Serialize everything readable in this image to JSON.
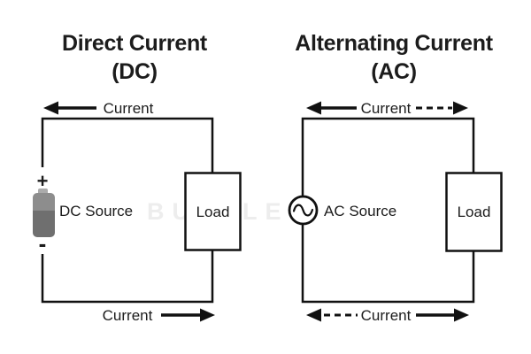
{
  "watermark": "BUZZLE",
  "colors": {
    "line": "#111111",
    "text": "#1c1c1c",
    "battery_nub": "#ababab",
    "battery_top": "#8d8d8d",
    "battery_bottom": "#6f6f6f",
    "watermark": "#ededed"
  },
  "dc": {
    "title": "Direct Current",
    "subtitle": "(DC)",
    "top_current_label": "Current",
    "bottom_current_label": "Current",
    "source_label": "DC Source",
    "load_label": "Load",
    "positive_terminal": "+",
    "negative_terminal": "-"
  },
  "ac": {
    "title": "Alternating Current",
    "subtitle": "(AC)",
    "top_current_label": "Current",
    "bottom_current_label": "Current",
    "source_label": "AC Source",
    "load_label": "Load"
  }
}
